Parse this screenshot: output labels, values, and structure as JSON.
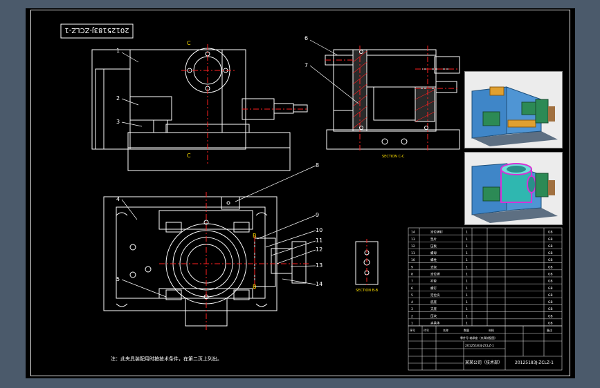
{
  "drawing_number": "20125183J-ZCLZ-1",
  "section_c_label": "SECTION C-C",
  "section_b_label": "SECTION B-B",
  "cut_letter_c": "C",
  "cut_letter_b": "B",
  "note": "注：此夹具装配用时按技术条件，在第二页上列出。",
  "part_callouts": [
    "1",
    "2",
    "3",
    "4",
    "5",
    "6",
    "7",
    "8",
    "9",
    "10",
    "11",
    "12",
    "13",
    "14"
  ],
  "title_block": {
    "company": "某某公司（技术部）",
    "drawing_number": "20125183J-ZCLZ-1",
    "sub_title": "零件号-轴承座（夹具装配图）",
    "headers": [
      "序号",
      "代号",
      "名称",
      "数量",
      "材料",
      "备注"
    ]
  },
  "bom_rows": [
    {
      "no": "14",
      "name": "定位销钉",
      "qty": "1",
      "std": "GB"
    },
    {
      "no": "13",
      "name": "垫片",
      "qty": "1",
      "std": "GB"
    },
    {
      "no": "12",
      "name": "压板",
      "qty": "1",
      "std": "GB"
    },
    {
      "no": "11",
      "name": "螺母",
      "qty": "1",
      "std": "GB"
    },
    {
      "no": "10",
      "name": "螺柱",
      "qty": "1",
      "std": "GB"
    },
    {
      "no": "9",
      "name": "支架",
      "qty": "1",
      "std": "GB"
    },
    {
      "no": "8",
      "name": "定位销",
      "qty": "1",
      "std": "GB"
    },
    {
      "no": "7",
      "name": "衬套",
      "qty": "1",
      "std": "GB"
    },
    {
      "no": "6",
      "name": "螺钉",
      "qty": "1",
      "std": "GB"
    },
    {
      "no": "5",
      "name": "定位块",
      "qty": "1",
      "std": "GB"
    },
    {
      "no": "4",
      "name": "底座",
      "qty": "1",
      "std": "GB"
    },
    {
      "no": "3",
      "name": "支座",
      "qty": "1",
      "std": "GB"
    },
    {
      "no": "2",
      "name": "压块",
      "qty": "1",
      "std": "GB"
    },
    {
      "no": "1",
      "name": "夹具体",
      "qty": "1",
      "std": "GB"
    }
  ],
  "colors": {
    "outline": "#ffffff",
    "center_line": "#ff2020",
    "callout": "#ffffff",
    "section_label": "#ffe000",
    "dimension": "#33ff33",
    "render_blue": "#3f86c8",
    "render_green": "#2c8a55",
    "render_orange": "#e0a030",
    "render_magenta": "#d633d6"
  }
}
